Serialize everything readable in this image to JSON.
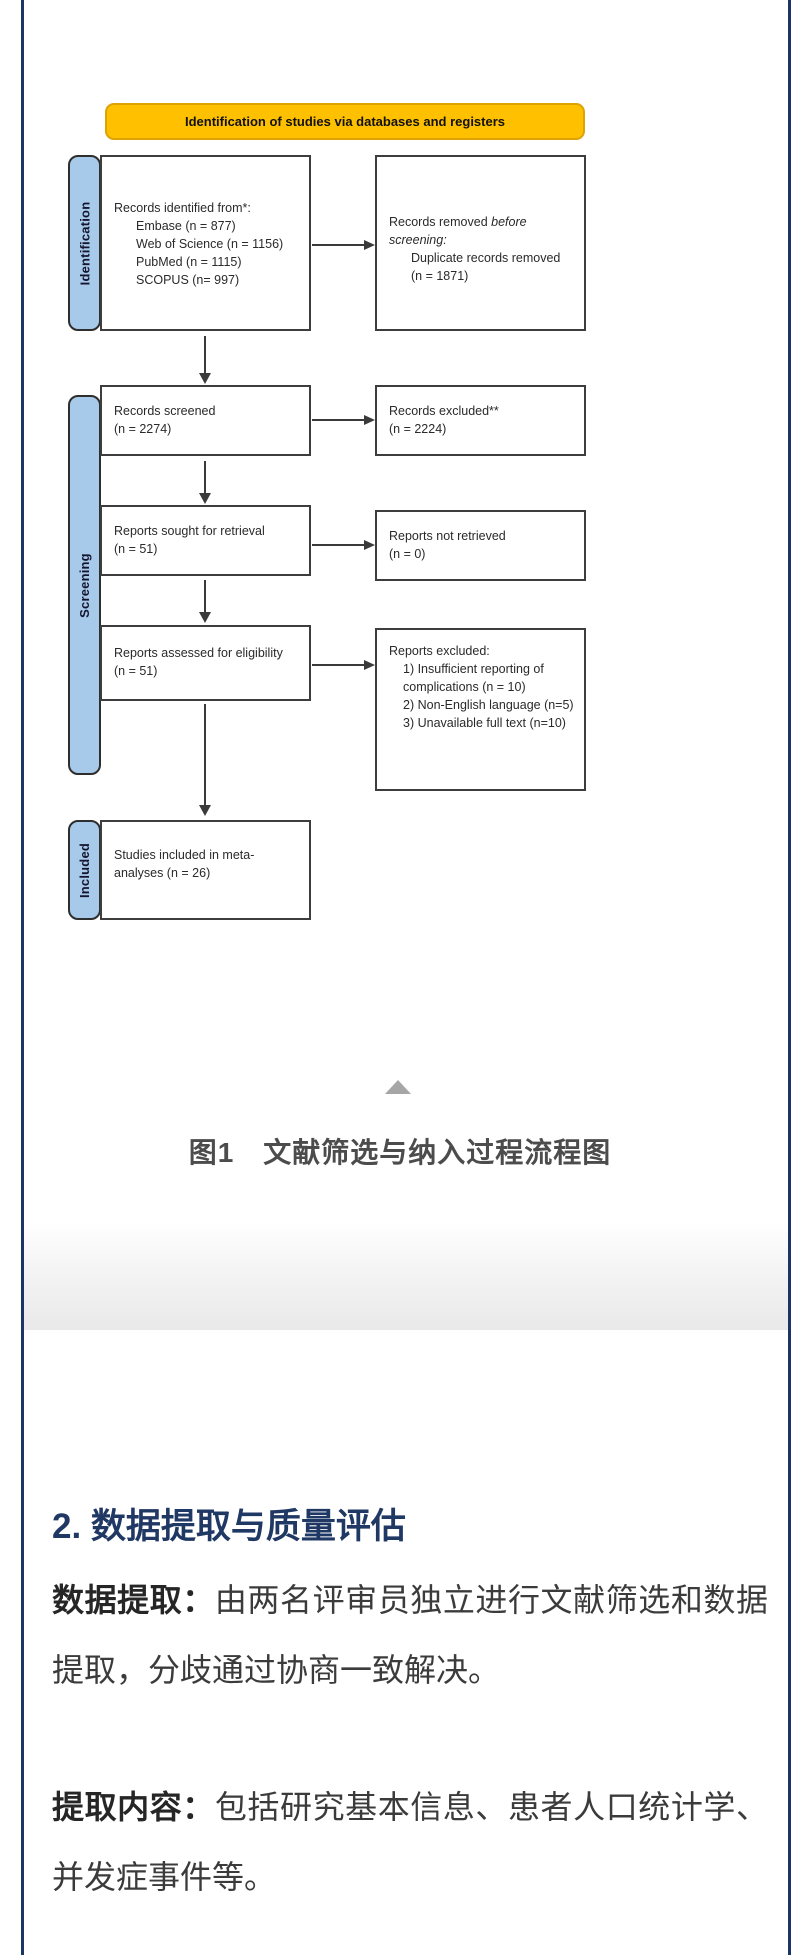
{
  "prisma": {
    "banner": "Identification of studies via databases and registers",
    "stages": [
      {
        "label": "Identification"
      },
      {
        "label": "Screening"
      },
      {
        "label": "Included"
      }
    ],
    "boxes": {
      "records_identified": {
        "title": "Records identified from*:",
        "items": [
          "Embase (n = 877)",
          "Web of Science (n = 1156)",
          "PubMed (n = 1115)",
          "SCOPUS (n= 997)"
        ]
      },
      "records_removed": {
        "prefix": "Records removed ",
        "italic": "before screening:",
        "items": [
          "Duplicate records removed",
          "(n = 1871)"
        ]
      },
      "records_screened": {
        "lines": [
          "Records screened",
          "(n = 2274)"
        ]
      },
      "records_excluded": {
        "lines": [
          "Records excluded**",
          "(n = 2224)"
        ]
      },
      "reports_sought": {
        "lines": [
          "Reports sought for retrieval",
          "(n = 51)"
        ]
      },
      "reports_not_retrieved": {
        "lines": [
          "Reports not retrieved",
          "(n = 0)"
        ]
      },
      "reports_assessed": {
        "lines": [
          "Reports assessed for eligibility",
          "(n = 51)"
        ]
      },
      "reports_excluded": {
        "title": "Reports excluded:",
        "items": [
          "1) Insufficient reporting of complications (n = 10)",
          "2) Non-English language (n=5)",
          "3) Unavailable full text (n=10)"
        ]
      },
      "studies_included": {
        "lines": [
          "Studies included in meta-",
          "analyses (n = 26)"
        ]
      }
    }
  },
  "figure": {
    "caption": "图1　文献筛选与纳入过程流程图"
  },
  "icons": {
    "collapse_triangle": "up-triangle"
  },
  "section": {
    "heading": "2. 数据提取与质量评估",
    "paragraphs": [
      {
        "lead": "数据提取：",
        "text": "由两名评审员独立进行文献筛选和数据提取，分歧通过协商一致解决。"
      },
      {
        "lead": "提取内容：",
        "text": "包括研究基本信息、患者人口统计学、并发症事件等。"
      }
    ]
  },
  "colors": {
    "banner_bg": "#FFC000",
    "stage_bg": "#A7C9EA",
    "frame_border": "#1C3567",
    "heading": "#203864",
    "triangle": "#A6A6A6"
  }
}
